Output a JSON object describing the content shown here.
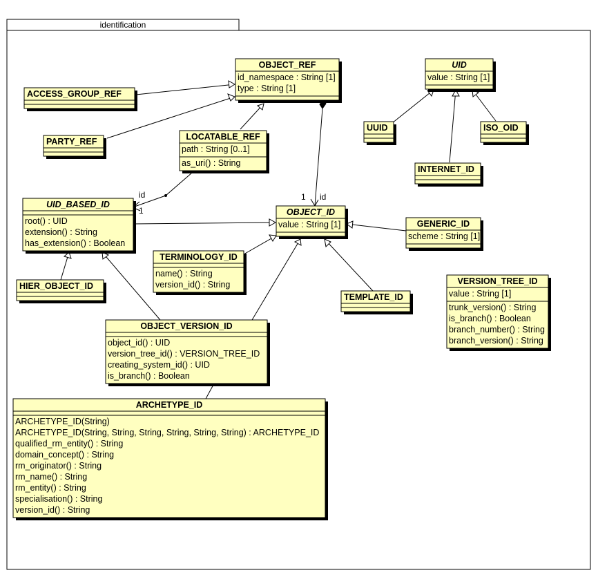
{
  "package": {
    "name": "identification"
  },
  "classes": {
    "object_ref": {
      "name": "OBJECT_REF",
      "attributes": [
        "id_namespace : String [1]",
        "type : String [1]"
      ],
      "operations": []
    },
    "uid": {
      "name": "UID",
      "attributes": [
        "value : String [1]"
      ],
      "operations": []
    },
    "access_group_ref": {
      "name": "ACCESS_GROUP_REF",
      "attributes": [],
      "operations": []
    },
    "party_ref": {
      "name": "PARTY_REF",
      "attributes": [],
      "operations": []
    },
    "locatable_ref": {
      "name": "LOCATABLE_REF",
      "attributes": [
        "path : String [0..1]"
      ],
      "operations": [
        "as_uri() : String"
      ]
    },
    "uuid": {
      "name": "UUID",
      "attributes": [],
      "operations": []
    },
    "iso_oid": {
      "name": "ISO_OID",
      "attributes": [],
      "operations": []
    },
    "internet_id": {
      "name": "INTERNET_ID",
      "attributes": [],
      "operations": []
    },
    "uid_based_id": {
      "name": "UID_BASED_ID",
      "attributes": [],
      "operations": [
        "root() : UID",
        "extension() : String",
        "has_extension() : Boolean"
      ]
    },
    "object_id": {
      "name": "OBJECT_ID",
      "attributes": [
        "value : String [1]"
      ],
      "operations": []
    },
    "generic_id": {
      "name": "GENERIC_ID",
      "attributes": [
        "scheme : String [1]"
      ],
      "operations": []
    },
    "terminology_id": {
      "name": "TERMINOLOGY_ID",
      "attributes": [],
      "operations": [
        "name() : String",
        "version_id() : String"
      ]
    },
    "hier_object_id": {
      "name": "HIER_OBJECT_ID",
      "attributes": [],
      "operations": []
    },
    "template_id": {
      "name": "TEMPLATE_ID",
      "attributes": [],
      "operations": []
    },
    "version_tree_id": {
      "name": "VERSION_TREE_ID",
      "attributes": [
        "value : String [1]"
      ],
      "operations": [
        "trunk_version() : String",
        "is_branch() : Boolean",
        "branch_number() : String",
        "branch_version() : String"
      ]
    },
    "object_version_id": {
      "name": "OBJECT_VERSION_ID",
      "attributes": [],
      "operations": [
        "object_id() : UID",
        "version_tree_id() : VERSION_TREE_ID",
        "creating_system_id() : UID",
        "is_branch() : Boolean"
      ]
    },
    "archetype_id": {
      "name": "ARCHETYPE_ID",
      "attributes": [],
      "operations": [
        "ARCHETYPE_ID(String)",
        "ARCHETYPE_ID(String, String, String, String, String, String) : ARCHETYPE_ID",
        "qualified_rm_entity() : String",
        "domain_concept() : String",
        "rm_originator() : String",
        "rm_name() : String",
        "rm_entity() : String",
        "specialisation() : String",
        "version_id() : String"
      ]
    }
  },
  "associations": {
    "locatable_ref_to_uid_based_id": {
      "role": "id",
      "multiplicity": "1"
    },
    "object_ref_to_object_id": {
      "role": "id",
      "multiplicity": "1"
    }
  },
  "colors": {
    "class_fill": "#ffffc0",
    "line": "#000000",
    "background": "#ffffff"
  }
}
